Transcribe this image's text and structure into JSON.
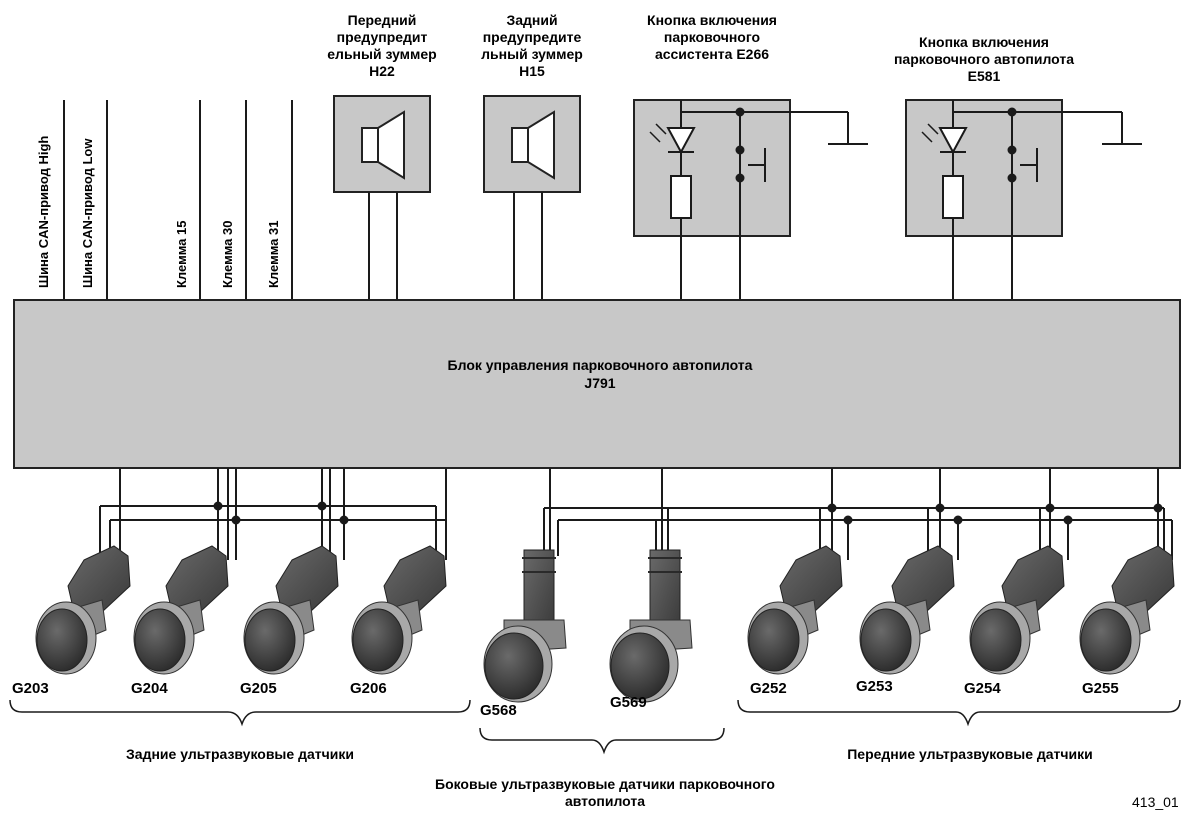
{
  "control_unit": {
    "name": "Блок управления парковочного автопилота",
    "code": "J791"
  },
  "bus_lines": [
    "Шина CAN-привод High",
    "Шина CAN-привод Low",
    "Клемма 15",
    "Клемма 30",
    "Клемма 31"
  ],
  "components": {
    "front_buzzer": "Передний предупредит ельный зуммер H22",
    "rear_buzzer": "Задний предупредите льный зуммер H15",
    "park_assist_button": "Кнопка включения парковочного ассистента E266",
    "autopilot_button": "Кнопка включения парковочного автопилота E581"
  },
  "sensors": [
    "G203",
    "G204",
    "G205",
    "G206",
    "G568",
    "G569",
    "G252",
    "G253",
    "G254",
    "G255"
  ],
  "groups": {
    "rear": "Задние ультразвуковые датчики",
    "side": "Боковые ультразвуковые датчики парковочного автопилота",
    "front": "Передние ультразвуковые датчики"
  },
  "figure_ref": "413_01",
  "colors": {
    "box_fill": "#c8c8c8",
    "sensor_dark": "#4a4a4a",
    "line": "#1a1a1a"
  }
}
